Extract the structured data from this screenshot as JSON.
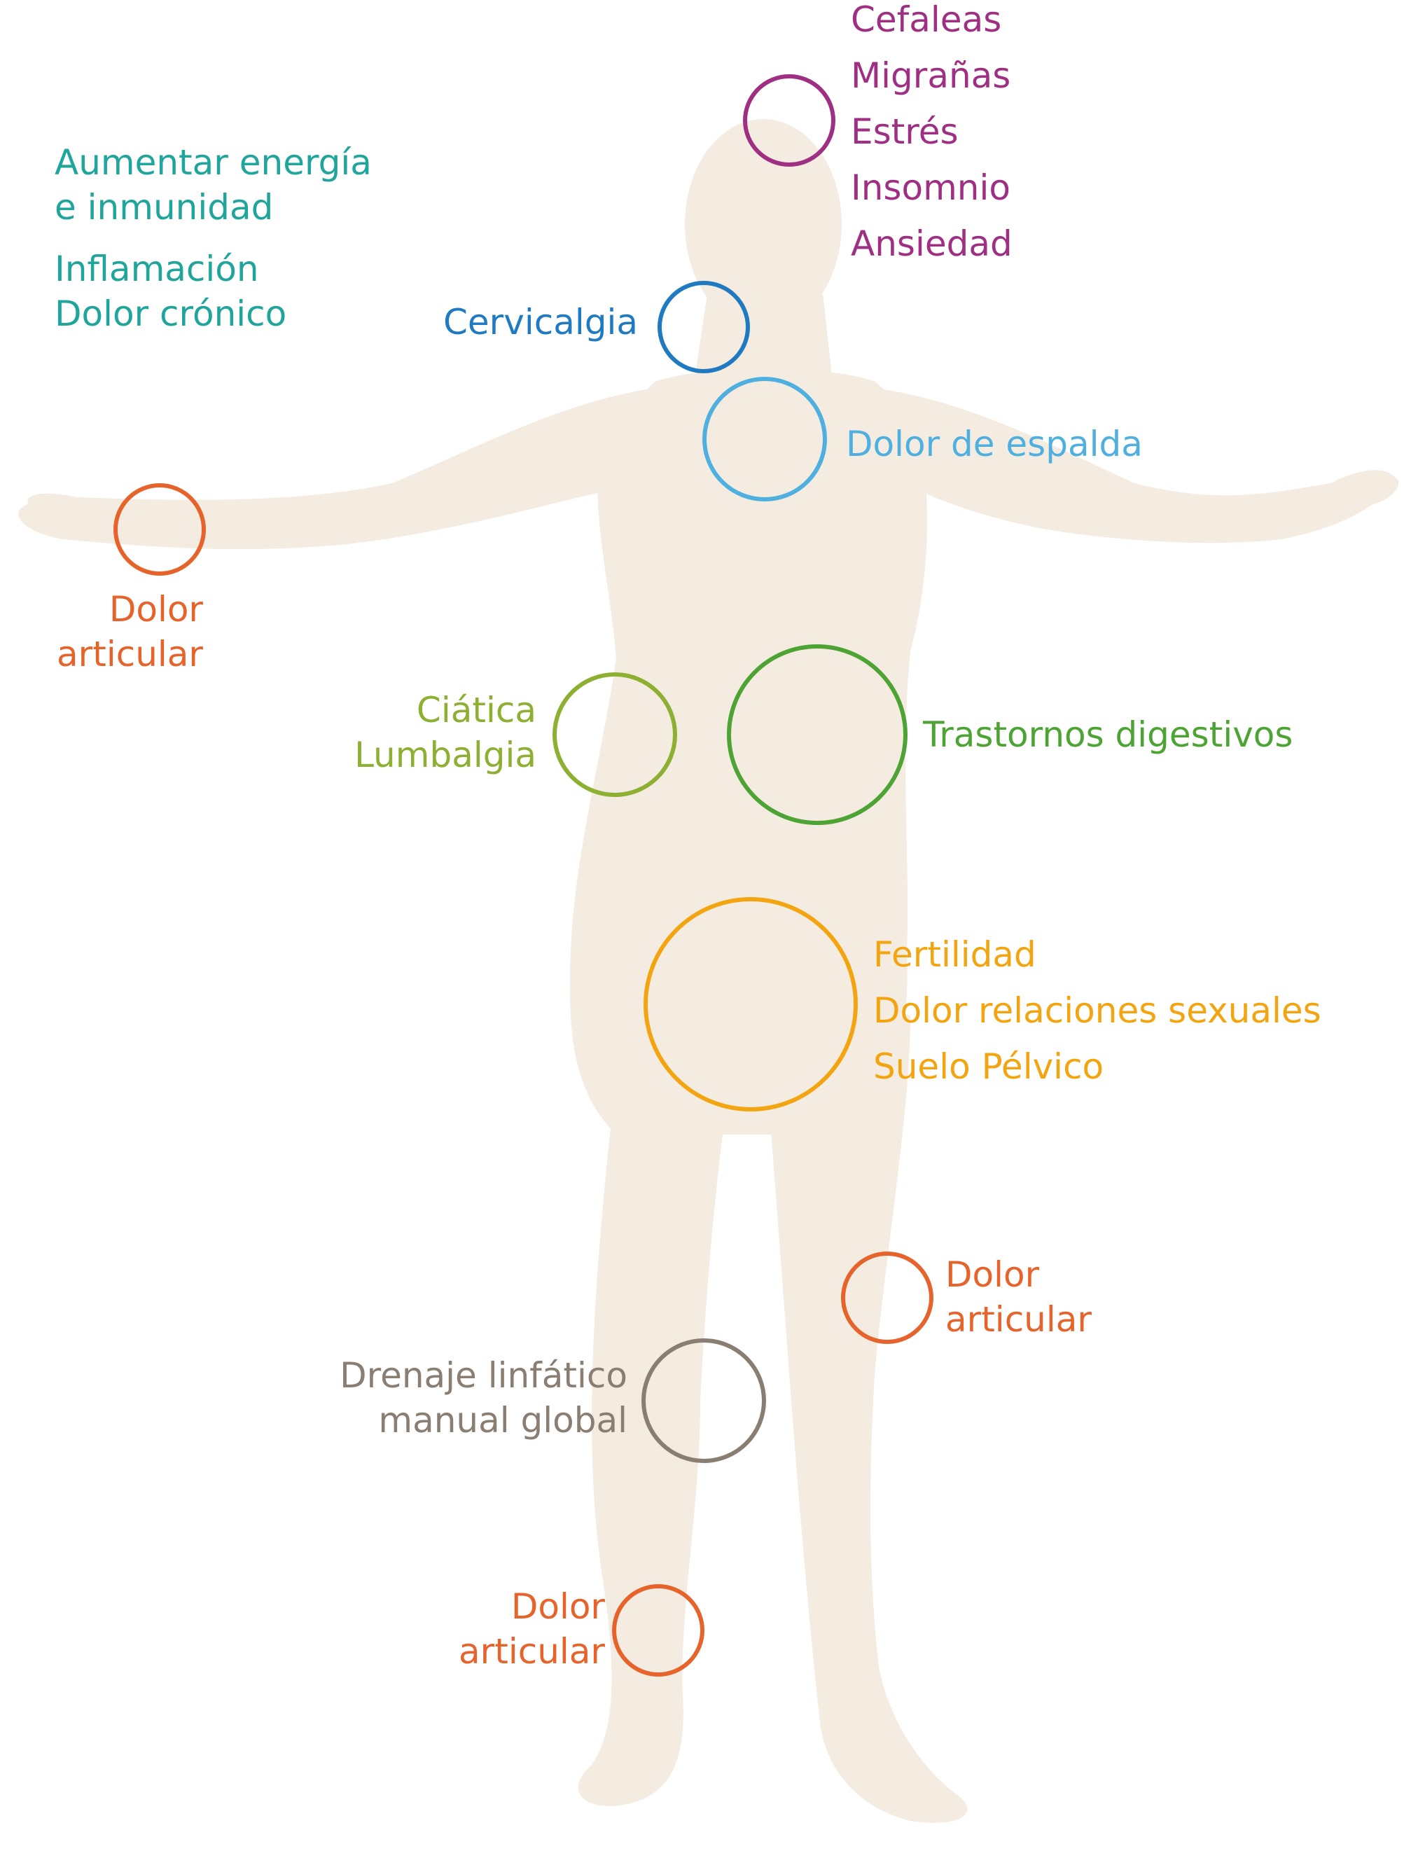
{
  "colors": {
    "silhouette": "#F4EBE1",
    "head": "#9E2F83",
    "general": "#1FA59B",
    "neck": "#1F7AC1",
    "back": "#4FB0E0",
    "joint": "#E6642B",
    "sciatica": "#8DB032",
    "digestive": "#4DA333",
    "pelvic": "#F3A511",
    "lymph": "#8A7D72"
  },
  "labels": {
    "head": [
      "Cefaleas",
      "Migrañas",
      "Estrés",
      "Insomnio",
      "Ansiedad"
    ],
    "general": {
      "energy": [
        "Aumentar energía",
        "e inmunidad"
      ],
      "inflammation": [
        "Inflamación",
        "Dolor crónico"
      ]
    },
    "neck": "Cervicalgia",
    "back": "Dolor de espalda",
    "wrist": [
      "Dolor",
      "articular"
    ],
    "sciatica": [
      "Ciática",
      "Lumbalgia"
    ],
    "digestive": "Trastornos digestivos",
    "pelvic": [
      "Fertilidad",
      "Dolor relaciones sexuales",
      "Suelo Pélvico"
    ],
    "knee": [
      "Dolor",
      "articular"
    ],
    "lymph": [
      "Drenaje linfático",
      "manual global"
    ],
    "ankle": [
      "Dolor",
      "articular"
    ]
  }
}
